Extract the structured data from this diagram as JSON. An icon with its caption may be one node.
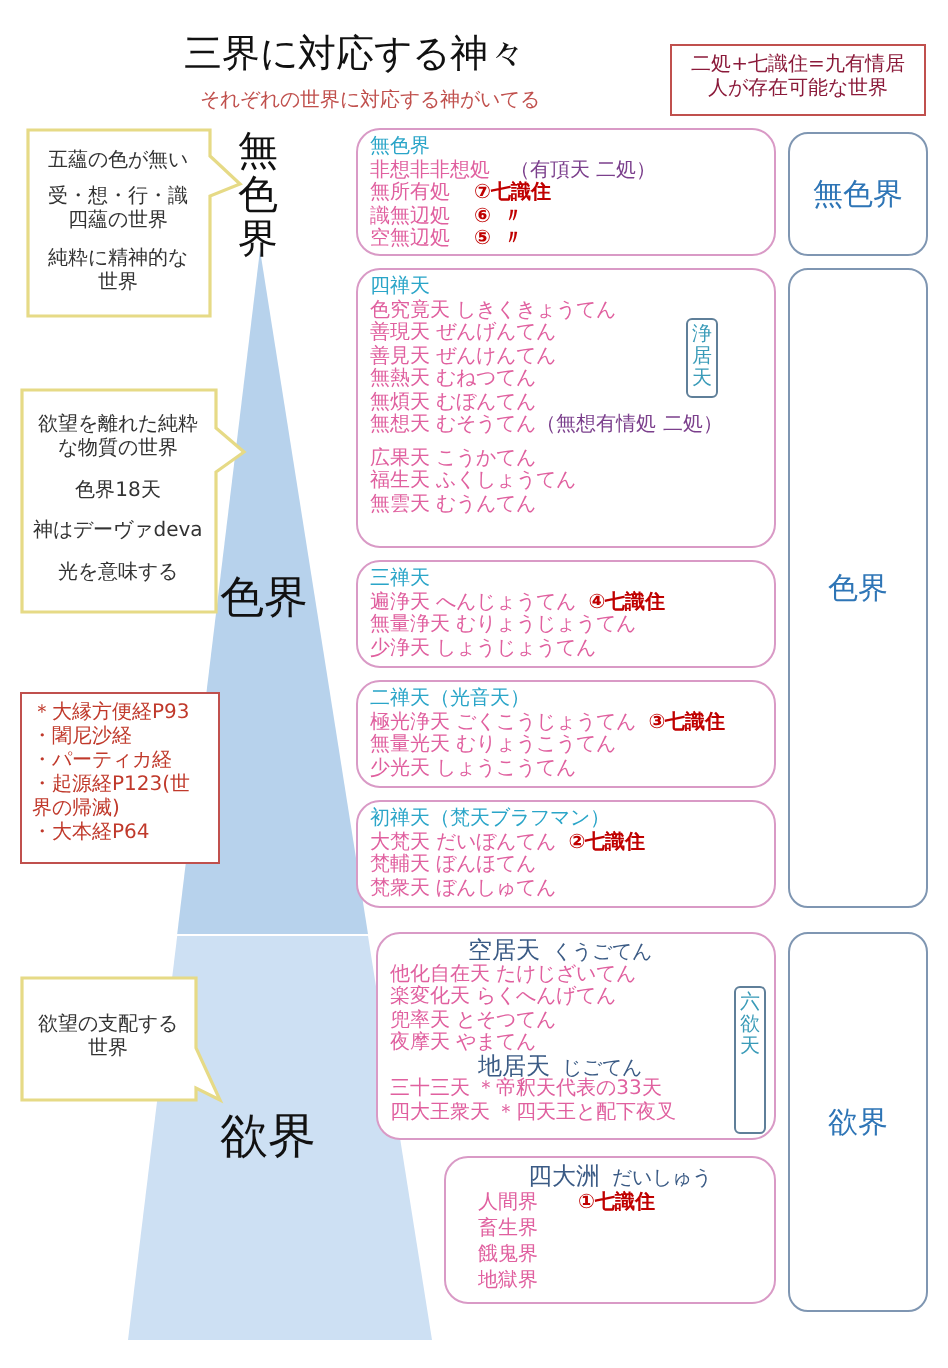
{
  "diagram": {
    "title": "三界に対応する神々",
    "nodes": [
      {
        "text": [
          "二処+七識住=九有情居",
          "人が存在可能な世界"
        ]
      },
      {
        "text": [
          "五蘊の色が無い",
          "受・想・行・識四蘊の世界",
          "純粋に精神的な世界"
        ]
      },
      {
        "text": [
          "無色界",
          "色界",
          "欲界"
        ]
      },
      {
        "text": [
          "無色界",
          "非想非非想処",
          "（有頂天 二処）",
          "無所有処",
          "⑦七識住",
          "識無辺処",
          "⑥",
          "〃",
          "空無辺処",
          "⑤",
          "〃"
        ]
      },
      {
        "text": [
          "無色界"
        ]
      },
      {
        "text": [
          "欲望を離れた純粋な物質の世界",
          "色界18天",
          "神はデーヴァdeva",
          "光を意味する"
        ]
      },
      {
        "text": [
          "四禅天",
          "色究竟天 しきくきょうてん",
          "善現天 ぜんげんてん",
          "善見天 ぜんけんてん",
          "無熱天 むねつてん",
          "無煩天 むぼんてん",
          "無想天 むそうてん",
          "（無想有情処 二処）",
          "広果天 こうかてん",
          "福生天 ふくしょうてん",
          "無雲天 むうんてん"
        ]
      },
      {
        "text": [
          "浄居天"
        ],
        "in": 6
      },
      {
        "text": [
          "三禅天",
          "遍浄天 へんじょうてん",
          "④七識住",
          "無量浄天 むりょうじょうてん",
          "少浄天 しょうじょうてん"
        ]
      },
      {
        "text": [
          "二禅天（光音天）",
          "極光浄天 ごくこうじょうてん",
          "③七識住",
          "無量光天 むりょうこうてん",
          "少光天 しょうこうてん"
        ]
      },
      {
        "text": [
          "初禅天（梵天ブラフマン）",
          "大梵天 だいぼんてん",
          "②七識住",
          "梵輔天 ぼんほてん",
          "梵衆天 ぼんしゅてん"
        ]
      },
      {
        "text": [
          "色界"
        ]
      },
      {
        "text": [
          "＊大縁方便経P93",
          "・闍尼沙経",
          "・パーティカ経",
          "・起源経P123(世界の帰滅)",
          "・大本経P64"
        ]
      },
      {
        "text": [
          "欲望の支配する世界"
        ]
      },
      {
        "text": [
          "空居天",
          "くうごてん",
          "他化自在天 たけじざいてん",
          "楽変化天 らくへんげてん",
          "兜率天 とそつてん",
          "夜摩天 やまてん",
          "地居天",
          "じごてん",
          "三十三天 ＊帝釈天代表の33天",
          "四大王衆天 ＊四天王と配下夜叉"
        ]
      },
      {
        "text": [
          "六欲天"
        ],
        "in": 14
      },
      {
        "text": [
          "四大洲",
          "だいしゅう",
          "人間界",
          "①七識住",
          "畜生界",
          "餓鬼界",
          "地獄界"
        ]
      },
      {
        "text": [
          "欲界"
        ]
      }
    ],
    "labels": [
      "それぞれの世界に対応する神がいてる"
    ]
  }
}
